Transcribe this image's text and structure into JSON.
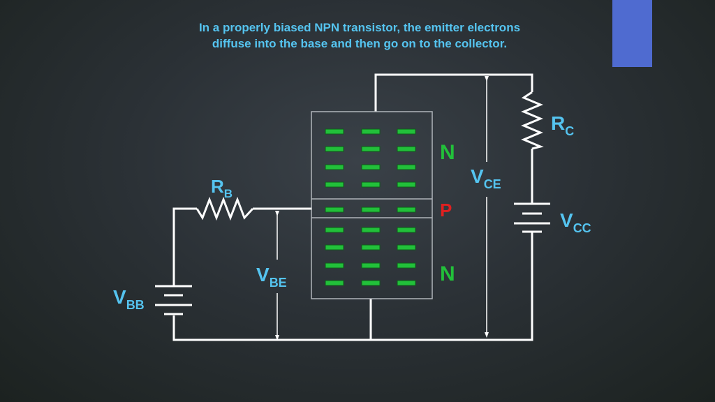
{
  "caption": {
    "line1": "In a properly biased NPN transistor, the emitter electrons",
    "line2": "diffuse into the base and then go on to the collector."
  },
  "labels": {
    "rc_main": "R",
    "rc_sub": "C",
    "rb_main": "R",
    "rb_sub": "B",
    "vce_main": "V",
    "vce_sub": "CE",
    "vcc_main": "V",
    "vcc_sub": "CC",
    "vbe_main": "V",
    "vbe_sub": "BE",
    "vbb_main": "V",
    "vbb_sub": "BB",
    "collector_region": "N",
    "base_region": "P",
    "emitter_region": "N"
  },
  "colors": {
    "text_blue": "#55c4f0",
    "n_region": "#22c03a",
    "p_region": "#e02020",
    "electron": "#22c03a",
    "wire": "#ffffff",
    "accent": "#4f6bd0"
  }
}
